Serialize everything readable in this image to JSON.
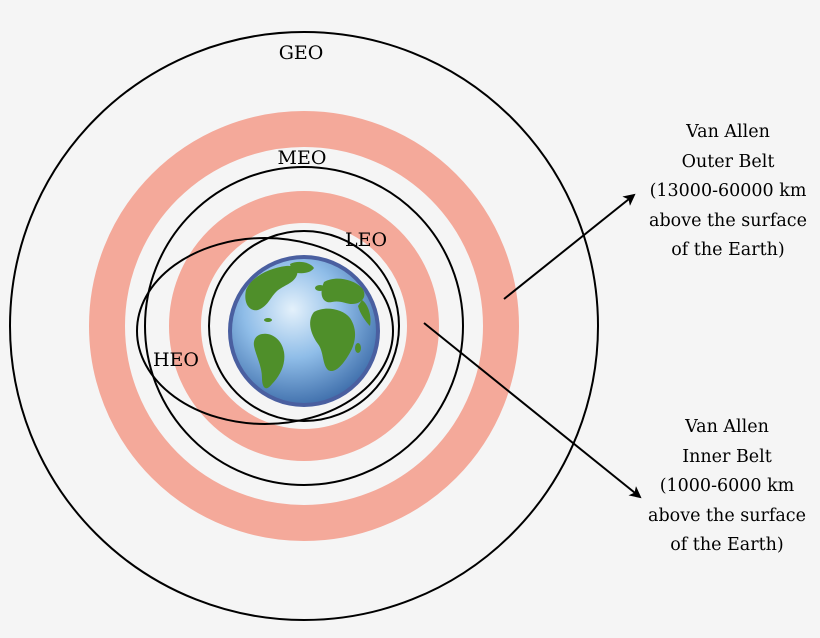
{
  "colors": {
    "background": "#f5f5f5",
    "belt": "#f4a99a",
    "orbit_line": "#000000",
    "ocean_light": "#dcecfa",
    "ocean_dark": "#2f5f9f",
    "land": "#4f8f2a",
    "earth_rim": "#4a5fa0"
  },
  "orbits": {
    "geo": "GEO",
    "meo": "MEO",
    "leo": "LEO",
    "heo": "HEO"
  },
  "outer_belt": {
    "lines": [
      "Van Allen",
      "Outer Belt",
      "(13000-60000 km",
      "above the surface",
      "of the Earth)"
    ]
  },
  "inner_belt": {
    "lines": [
      "Van Allen",
      "Inner Belt",
      "(1000-6000 km",
      "above the surface",
      "of the Earth)"
    ]
  }
}
